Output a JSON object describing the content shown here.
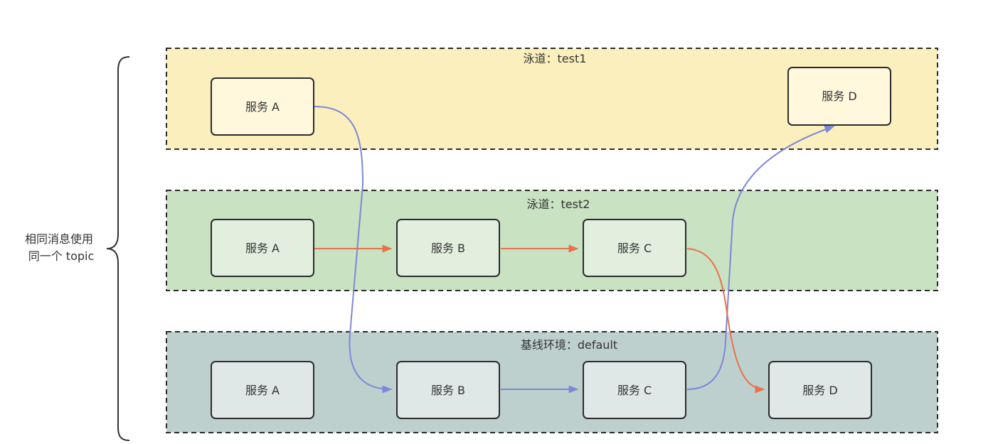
{
  "brace_label": {
    "line1": "相同消息使用",
    "line2": "同一个 topic"
  },
  "lanes": {
    "test1": {
      "title": "泳道：test1",
      "fill": "#fbf0bd"
    },
    "test2": {
      "title": "泳道：test2",
      "fill": "#c8e2c2"
    },
    "default": {
      "title": "基线环境：default",
      "fill": "#bed0ce"
    }
  },
  "nodes": {
    "test1_a": {
      "label": "服务 A",
      "fill": "#fff8dd"
    },
    "test1_d": {
      "label": "服务 D",
      "fill": "#fff8dd"
    },
    "test2_a": {
      "label": "服务 A",
      "fill": "#e2efdf"
    },
    "test2_b": {
      "label": "服务 B",
      "fill": "#e2efdf"
    },
    "test2_c": {
      "label": "服务 C",
      "fill": "#e2efdf"
    },
    "default_a": {
      "label": "服务 A",
      "fill": "#dfe8e7"
    },
    "default_b": {
      "label": "服务 B",
      "fill": "#dfe8e7"
    },
    "default_c": {
      "label": "服务 C",
      "fill": "#dfe8e7"
    },
    "default_d": {
      "label": "服务 D",
      "fill": "#dfe8e7"
    }
  },
  "colors": {
    "blue_flow": "#7c88d8",
    "orange_flow": "#e9714d",
    "border": "#2b2b2b"
  }
}
